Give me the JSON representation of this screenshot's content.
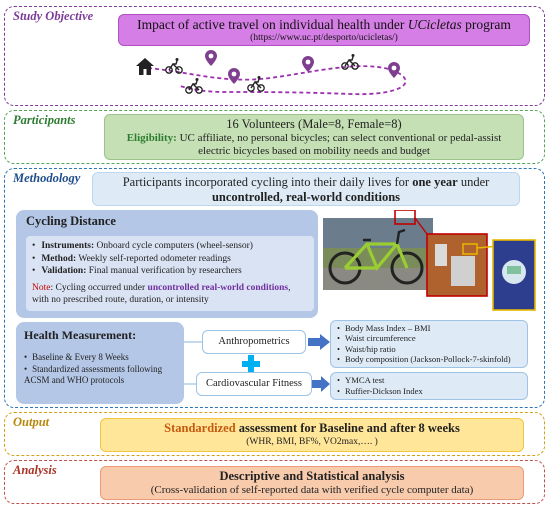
{
  "sections": {
    "objective": "Study Objective",
    "participants": "Participants",
    "methodology": "Methodology",
    "output": "Output",
    "analysis": "Analysis"
  },
  "objective": {
    "title_pre": "Impact of active travel on individual health under ",
    "title_em": "UCicletas",
    "title_post": " program",
    "url": "(https://www.uc.pt/desporto/ucicletas/)"
  },
  "participants": {
    "volunteers": "16 Volunteers (Male=8, Female=8)",
    "eligibility_label": "Eligibility:",
    "eligibility_text": " UC affiliate, no personal bicycles; can select conventional or pedal-assist electric bicycles based on mobility needs and budget"
  },
  "methodology": {
    "intro_pre": "Participants incorporated cycling into their daily lives for ",
    "intro_b1": "one year",
    "intro_mid": " under ",
    "intro_b2": "uncontrolled, real-world conditions",
    "cycling": {
      "title": "Cycling Distance",
      "items": [
        {
          "label": "Instruments:",
          "text": " Onboard cycle computers (wheel-sensor)"
        },
        {
          "label": "Method:",
          "text": " Weekly self-reported odometer readings"
        },
        {
          "label": "Validation:",
          "text": " Final manual verification by researchers"
        }
      ],
      "note_label": "Note",
      "note_pre": ": Cycling occurred under ",
      "note_hi": "uncontrolled real-world conditions",
      "note_post": ", with no prescribed route, duration, or intensity"
    },
    "health": {
      "title": "Health Measurement:",
      "items": [
        "Baseline & Every 8 Weeks",
        "Standardized assessments following ACSM and WHO protocols"
      ],
      "anthropometrics": "Anthropometrics",
      "cardio": "Cardiovascular Fitness",
      "anthro_items": [
        "Body Mass Index – BMI",
        "Waist circumference",
        "Waist/hip ratio",
        "Body composition (Jackson-Pollock-7-skinfold)"
      ],
      "cardio_items": [
        "YMCA test",
        "Ruffier-Dickson Index"
      ]
    }
  },
  "output": {
    "title_hl": "Standardized",
    "title_rest": " assessment for Baseline and after 8 weeks",
    "sub": "(WHR, BMI, BF%, VO2max,…. )"
  },
  "analysis": {
    "title": "Descriptive and Statistical analysis",
    "sub": "(Cross-validation of self-reported data with verified cycle computer data)"
  },
  "colors": {
    "objective": "#d57ee5",
    "participants": "#c5e0b4",
    "methodology": "#deebf7",
    "output": "#ffe699",
    "analysis": "#f8cbad",
    "pin": "#7f3f8f",
    "route": "#9b2fae"
  }
}
